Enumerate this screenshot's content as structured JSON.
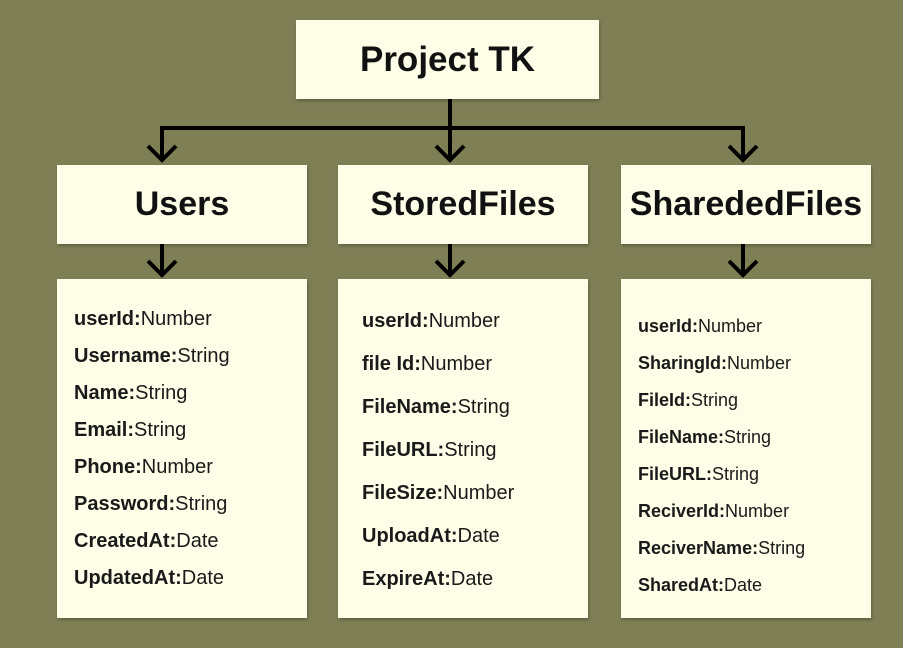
{
  "root": {
    "title": "Project TK"
  },
  "entities": [
    {
      "name": "Users",
      "fields": [
        {
          "name": "userId:",
          "type": "Number"
        },
        {
          "name": "Username:",
          "type": "String"
        },
        {
          "name": "Name:",
          "type": "String"
        },
        {
          "name": "Email:",
          "type": "String"
        },
        {
          "name": "Phone:",
          "type": "Number"
        },
        {
          "name": "Password:",
          "type": "String"
        },
        {
          "name": "CreatedAt:",
          "type": "Date"
        },
        {
          "name": "UpdatedAt:",
          "type": "Date"
        }
      ]
    },
    {
      "name": "StoredFiles",
      "fields": [
        {
          "name": "userId:",
          "type": "Number"
        },
        {
          "name": "file Id:",
          "type": "Number"
        },
        {
          "name": "FileName:",
          "type": "String"
        },
        {
          "name": "FileURL:",
          "type": "String"
        },
        {
          "name": "FileSize:",
          "type": "Number"
        },
        {
          "name": "UploadAt:",
          "type": "Date"
        },
        {
          "name": "ExpireAt:",
          "type": "Date"
        }
      ]
    },
    {
      "name": "SharededFiles",
      "fields": [
        {
          "name": "userId:",
          "type": "Number"
        },
        {
          "name": "SharingId:",
          "type": "Number"
        },
        {
          "name": "FileId:",
          "type": "String"
        },
        {
          "name": "FileName:",
          "type": "String"
        },
        {
          "name": "FileURL:",
          "type": "String"
        },
        {
          "name": "ReciverId:",
          "type": "Number"
        },
        {
          "name": "ReciverName:",
          "type": "String"
        },
        {
          "name": "SharedAt:",
          "type": "Date"
        }
      ]
    }
  ]
}
